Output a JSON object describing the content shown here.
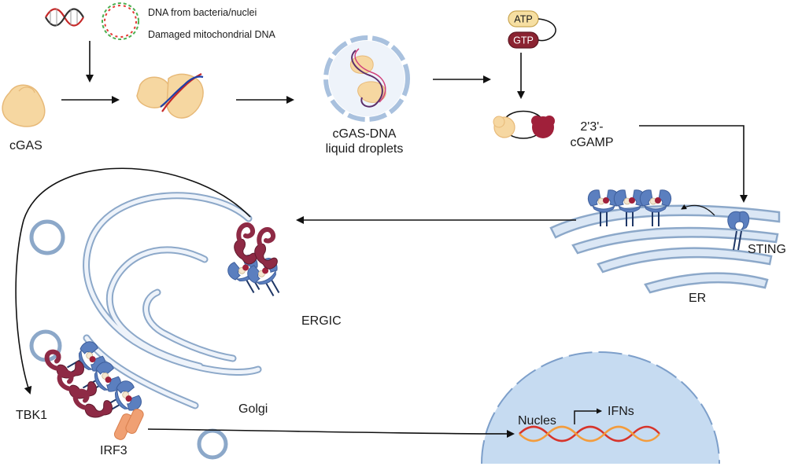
{
  "legend": {
    "dna_bacteria": "DNA from bacteria/nuclei",
    "mito_dna": "Damaged mitochondrial DNA"
  },
  "labels": {
    "cgas": "cGAS",
    "droplets_line1": "cGAS-DNA",
    "droplets_line2": "liquid droplets",
    "atp": "ATP",
    "gtp": "GTP",
    "cgamp_line1": "2'3'-",
    "cgamp_line2": "cGAMP",
    "sting": "STING",
    "er": "ER",
    "ergic": "ERGIC",
    "golgi": "Golgi",
    "tbk1": "TBK1",
    "irf3": "IRF3",
    "nucleus": "Nucles",
    "ifns": "IFNs"
  },
  "colors": {
    "cgas_fill": "#f6d7a1",
    "cgas_stroke": "#e7b978",
    "membrane_fill": "#dbe7f5",
    "membrane_stroke": "#8ca8c9",
    "sting_blue": "#5b7fbf",
    "tbk1_red": "#8e2a45",
    "irf3_orange": "#f0a073",
    "nucleus_fill": "#c6dbf1",
    "nucleus_stroke": "#7d9fca",
    "dna_red": "#d7342b",
    "dna_orange": "#f39c3d",
    "atp_fill": "#f6dfa2",
    "gtp_fill": "#8b2331",
    "cgamp_red": "#a0203a"
  }
}
